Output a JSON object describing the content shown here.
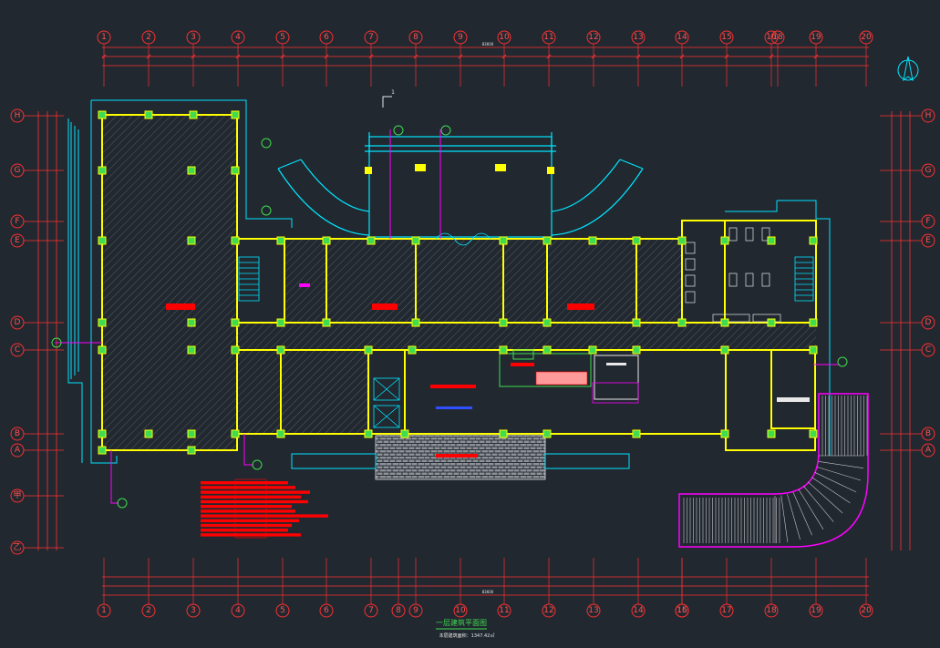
{
  "drawing": {
    "columns": [
      "1",
      "2",
      "3",
      "4",
      "5",
      "6",
      "7",
      "8",
      "9",
      "10",
      "11",
      "12",
      "13",
      "14",
      "15",
      "16",
      "17",
      "18",
      "19",
      "20"
    ],
    "top_columns": [
      "1",
      "2",
      "3",
      "4",
      "5",
      "6",
      "7",
      "8",
      "9",
      "10",
      "11",
      "12",
      "13",
      "14",
      "15",
      "16",
      "18",
      "19",
      "20"
    ],
    "rows_left": [
      "H",
      "G",
      "F",
      "E",
      "D",
      "C",
      "B",
      "A",
      "甲",
      "乙"
    ],
    "rows_right": [
      "H",
      "G",
      "F",
      "E",
      "D",
      "C",
      "B",
      "A"
    ],
    "overall_dimension": "83600",
    "title": "一层建筑平面图",
    "scale_note": "本层建筑面积：1347.42㎡",
    "section_mark": "1",
    "colors": {
      "background": "#212830",
      "wall": "#ffff00",
      "axis": "#ff3030",
      "cyan": "#00e5ff",
      "magenta": "#ff00ff",
      "green": "#3fdc4f",
      "white": "#e8e8e8",
      "red_note": "#ff0000"
    }
  }
}
